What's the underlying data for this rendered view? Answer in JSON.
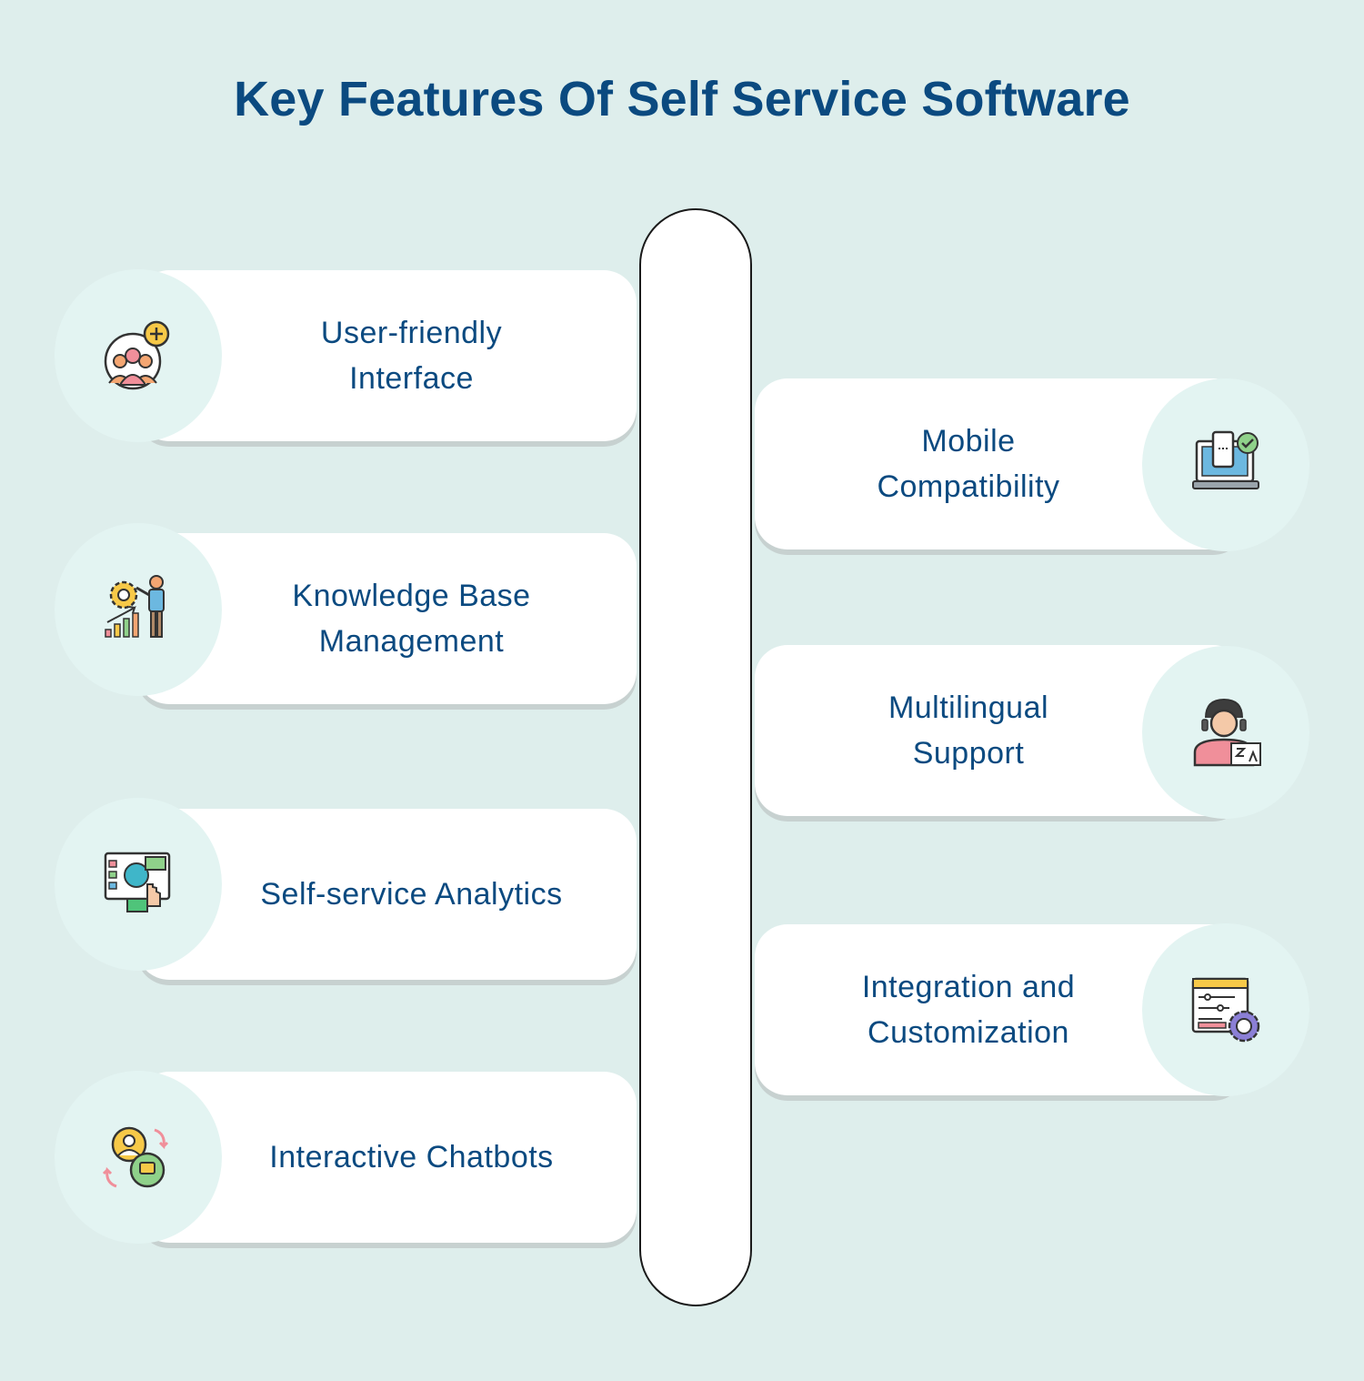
{
  "title": "Key Features Of Self Service Software",
  "left_features": [
    {
      "label": "User-friendly\nInterface",
      "icon": "users-add-icon"
    },
    {
      "label": "Knowledge Base\nManagement",
      "icon": "presenter-gear-icon"
    },
    {
      "label": "Self-service Analytics",
      "icon": "monitor-touch-icon"
    },
    {
      "label": "Interactive Chatbots",
      "icon": "chatbot-exchange-icon"
    }
  ],
  "right_features": [
    {
      "label": "Mobile\nCompatibility",
      "icon": "laptop-phone-check-icon"
    },
    {
      "label": "Multilingual\nSupport",
      "icon": "agent-translate-icon"
    },
    {
      "label": "Integration and\nCustomization",
      "icon": "settings-window-icon"
    }
  ],
  "colors": {
    "background": "#deeeec",
    "title": "#0b4a80",
    "card": "#ffffff",
    "icon_circle": "#e3f4f2"
  }
}
